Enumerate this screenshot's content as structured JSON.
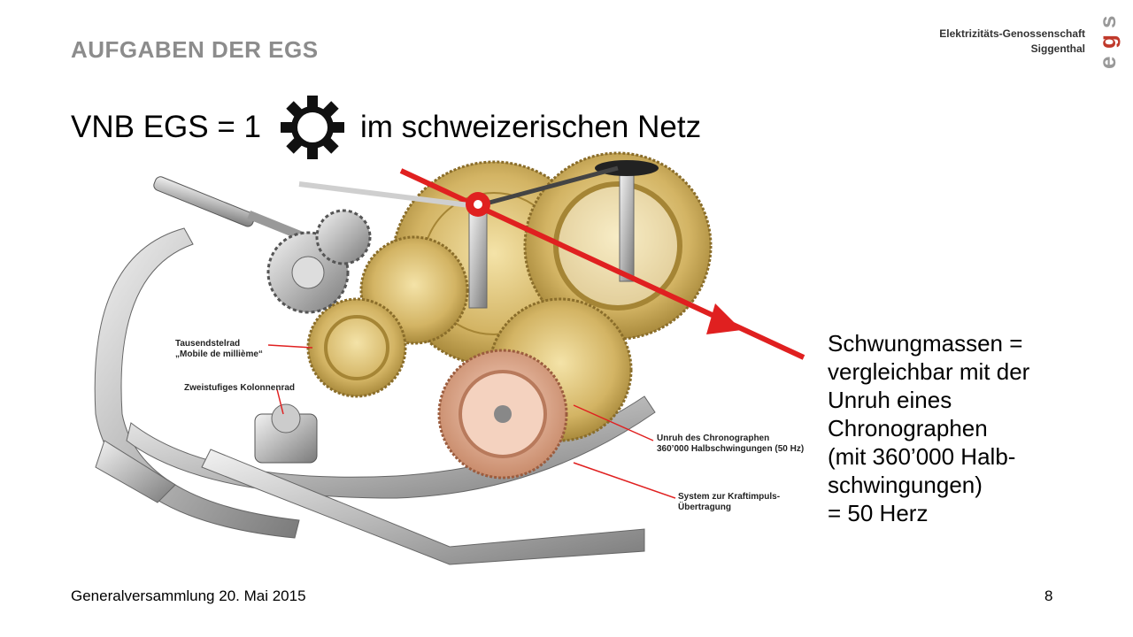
{
  "header": {
    "section": "AUFGABEN DER EGS",
    "title_left": "VNB EGS = 1",
    "title_right": "im schweizerischen Netz",
    "gear_icon": "gear-icon"
  },
  "logo": {
    "line1": "Elektrizitäts-Genossenschaft",
    "line2": "Siggenthal",
    "mark": "egs",
    "colors": {
      "e": "#999999",
      "g": "#c0392b",
      "s": "#999999"
    }
  },
  "figure": {
    "callouts": [
      {
        "line1": "Tausendstelrad",
        "line2": "„Mobile de millième“"
      },
      {
        "line1": "Zweistufiges Kolonnenrad",
        "line2": ""
      },
      {
        "line1": "Unruh des Chronographen",
        "line2": "360’000 Halbschwingungen (50 Hz)"
      },
      {
        "line1": "System zur Kraftimpuls-",
        "line2": "Übertragung"
      }
    ],
    "accent": "#e02020"
  },
  "sidebar": {
    "lines": [
      "Schwungmassen =",
      "vergleichbar mit der",
      "Unruh eines",
      "Chronographen",
      "(mit 360’000 Halb-",
      "schwingungen)",
      "= 50 Herz"
    ]
  },
  "footer": {
    "text": "Generalversammlung 20. Mai 2015",
    "page": "8"
  }
}
